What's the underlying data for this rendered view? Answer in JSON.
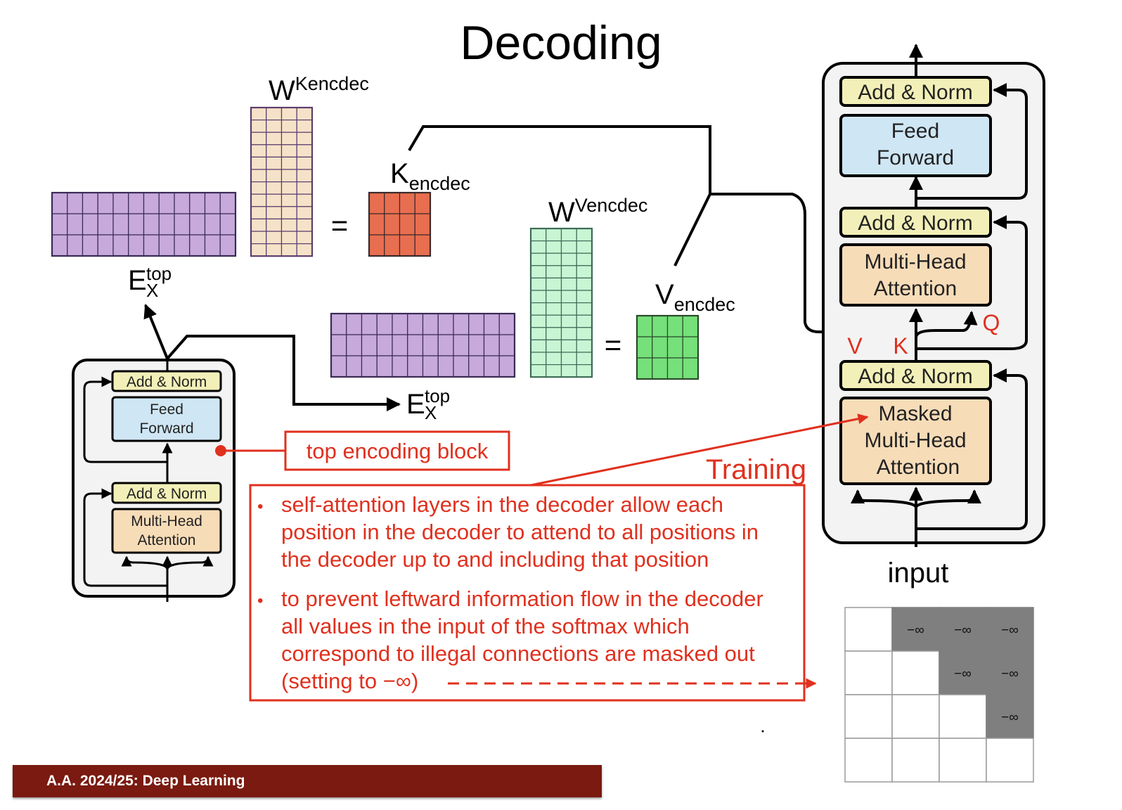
{
  "title": "Decoding",
  "labels": {
    "w_k_base": "W",
    "w_k_sup": "Kencdec",
    "k_base": "K",
    "k_sub": "encdec",
    "w_v_base": "W",
    "w_v_sup": "Vencdec",
    "v_base": "V",
    "v_sub": "encdec",
    "e_base": "E",
    "e_sub": "X",
    "e_sup": "top",
    "equals": "="
  },
  "encoder_block": {
    "add_norm_top": "Add & Norm",
    "ff_line1": "Feed",
    "ff_line2": "Forward",
    "add_norm_bottom": "Add & Norm",
    "mha_line1": "Multi-Head",
    "mha_line2": "Attention"
  },
  "callout": "top encoding block",
  "training_label": "Training",
  "bullets": [
    [
      "self-attention layers in the decoder allow each",
      "position in the decoder to attend to all positions in",
      "the decoder up to and including that position"
    ],
    [
      "to prevent leftward information flow in the decoder",
      "all values in the input of the softmax which",
      "correspond to illegal connections are masked out",
      "(setting to −∞)"
    ]
  ],
  "bullet_char": "•",
  "decoder_block": {
    "add_norm_1": "Add & Norm",
    "ff_line1": "Feed",
    "ff_line2": "Forward",
    "add_norm_2": "Add & Norm",
    "mha_line1": "Multi-Head",
    "mha_line2": "Attention",
    "add_norm_3": "Add & Norm",
    "masked_line1": "Masked",
    "masked_line2": "Multi-Head",
    "masked_line3": "Attention",
    "input_label": "input",
    "v_label": "V",
    "k_label": "K",
    "q_label": "Q"
  },
  "mask_symbol": "−∞",
  "footer": "A.A. 2024/25: Deep Learning",
  "colors": {
    "red": "#e0301e",
    "purple": "#c7a9dc",
    "peach": "#f6e2c8",
    "orange": "#e86e50",
    "mint": "#c8f5d4",
    "green": "#76e07a",
    "yellow_block": "#f2f0b8",
    "blue_block": "#cfe6f4",
    "tan_block": "#f7dcb8",
    "gray_mask": "#7f7f7f"
  }
}
